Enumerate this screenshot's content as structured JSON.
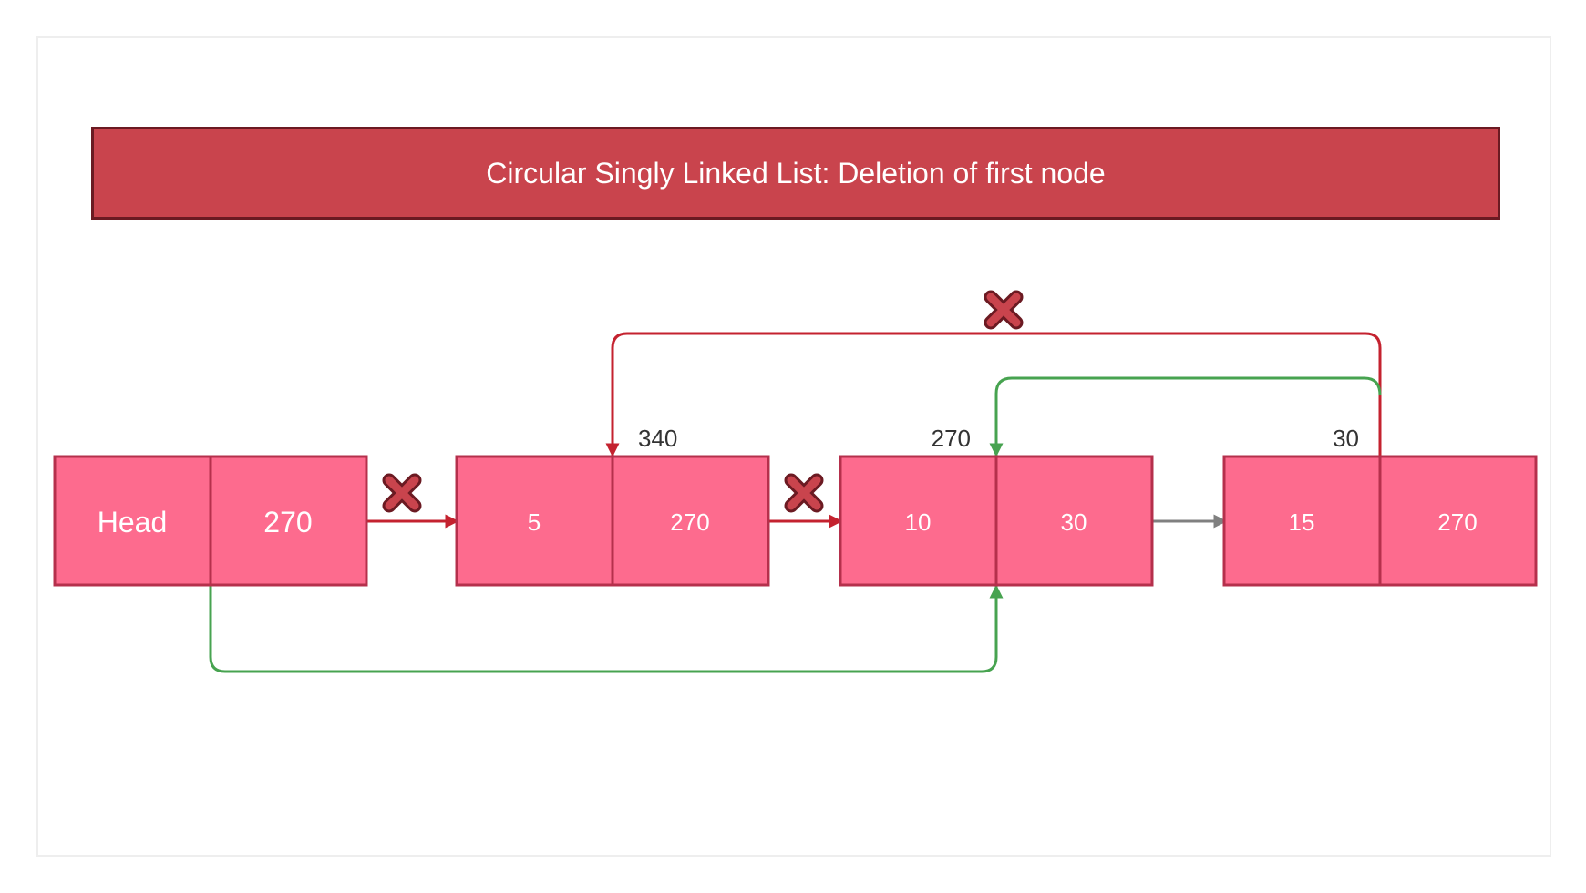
{
  "title": "Circular Singly Linked List: Deletion of first node",
  "head": {
    "label": "Head",
    "pointer": "270"
  },
  "nodes": [
    {
      "address": "340",
      "data": "5",
      "next": "270"
    },
    {
      "address": "270",
      "data": "10",
      "next": "30"
    },
    {
      "address": "30",
      "data": "15",
      "next": "270"
    }
  ],
  "colors": {
    "node_fill": "#fd6b8e",
    "node_stroke": "#b5304c",
    "banner_fill": "#c9444d",
    "removed_link": "#c4222f",
    "new_link": "#47a350",
    "unchanged_link": "#808080",
    "remove_mark": "#c9444d"
  },
  "icons": {
    "remove_mark": "x-mark-icon"
  }
}
